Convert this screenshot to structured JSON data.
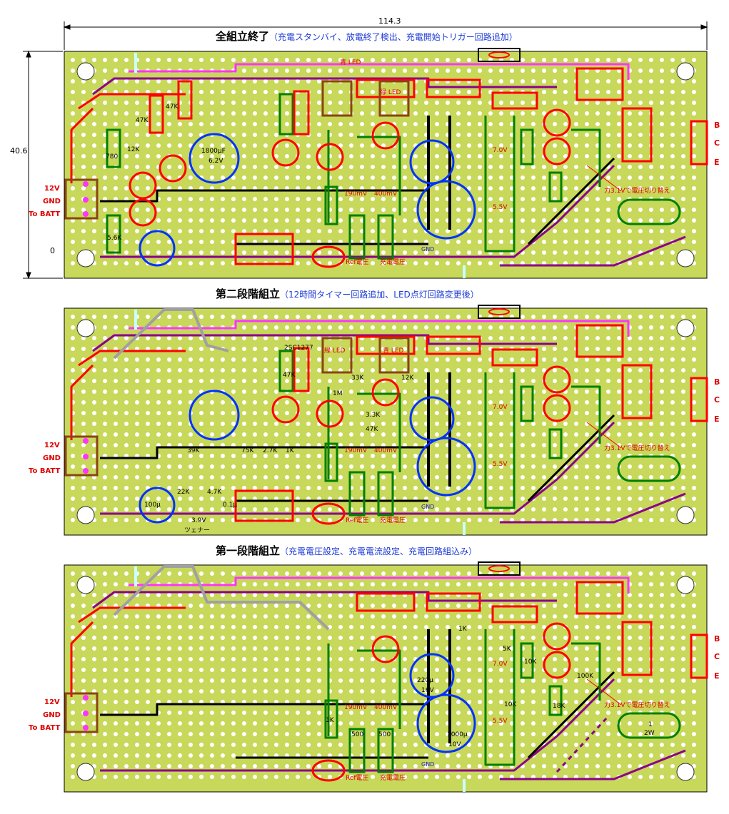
{
  "dimensions": {
    "width": "114.3",
    "height": "40.6",
    "zero": "0"
  },
  "colors": {
    "board": "#c8d85a",
    "hole": "#ffffff",
    "gnd": "#000000",
    "v12": "#ff0000",
    "purple": "#8b008b",
    "magenta": "#ff33ff",
    "green": "#008000",
    "teal": "#008080",
    "blue_cap": "#0033ff",
    "red_part": "#ff0000",
    "brown": "#8b4513",
    "gray": "#a0a0a0",
    "cyan": "#c8ffff"
  },
  "board1": {
    "title": "全組立終了",
    "subtitle": "（充電スタンバイ、放電終了検出、充電開始トリガー回路追加）",
    "left_labels": [
      "12V",
      "GND",
      "To BATT"
    ],
    "right_labels": [
      "B",
      "C",
      "E"
    ],
    "parts": {
      "r780": "780",
      "r12k": "12K",
      "r47k": "47K",
      "r47k2": "47K",
      "cap1800": "1800μF",
      "cap1800v": "6.2V",
      "r56k": "5.6K",
      "blue_led": "青 LED",
      "green_led": "緑 LED",
      "v190": "190mV",
      "v400": "400mV",
      "v70": "7.0V",
      "v55": "5.5V",
      "ref": "Ref電圧",
      "chg": "充電電圧",
      "gnd": "GND",
      "note": "力3.1Vで電圧切り替え"
    }
  },
  "board2": {
    "title": "第二段階組立",
    "subtitle": "（12時間タイマー回路追加、LED点灯回路変更後）",
    "left_labels": [
      "12V",
      "GND",
      "To BATT"
    ],
    "right_labels": [
      "B",
      "C",
      "E"
    ],
    "parts": {
      "r2sc": "2SC1277",
      "r47k": "47K",
      "green_led": "緑 LED",
      "blue_led": "青 LED",
      "r33k": "33K",
      "r12k": "12K",
      "r1m": "1M",
      "r33k2": "3.3K",
      "r47k2": "47K",
      "r39k": "39K",
      "r75k": "75K",
      "r27k": "2.7K",
      "r1k": "1K",
      "cap100": "100μ",
      "r22k": "22K",
      "r47k3": "4.7K",
      "cap01": "0.1μ",
      "zener": "3.9V",
      "zener2": "ツェナー",
      "v190": "190mV",
      "v400": "400mV",
      "v70": "7.0V",
      "v55": "5.5V",
      "ref": "Ref電圧",
      "chg": "充電電圧",
      "gnd": "GND",
      "note": "力3.1Vで電圧切り替え"
    }
  },
  "board3": {
    "title": "第一段階組立",
    "subtitle": "（充電電圧設定、充電電流設定、充電回路組込み）",
    "left_labels": [
      "12V",
      "GND",
      "To BATT"
    ],
    "right_labels": [
      "B",
      "C",
      "E"
    ],
    "parts": {
      "r1k": "1K",
      "r5k": "5K",
      "r10k": "10K",
      "r10k2": "10K",
      "r18k": "18K",
      "r100k": "100K",
      "cap220": "220μ",
      "cap220v": "16V",
      "cap1000": "1000μ",
      "cap1000v": "10V",
      "r1k2": "1K",
      "r500": "500",
      "r5002": "500",
      "v190": "190mV",
      "v400": "400mV",
      "v70": "7.0V",
      "v55": "5.5V",
      "ref": "Ref電圧",
      "chg": "充電電圧",
      "gnd": "GND",
      "r1w": "1",
      "r1w2": "2W",
      "note": "力3.1Vで電圧切り替え"
    }
  }
}
